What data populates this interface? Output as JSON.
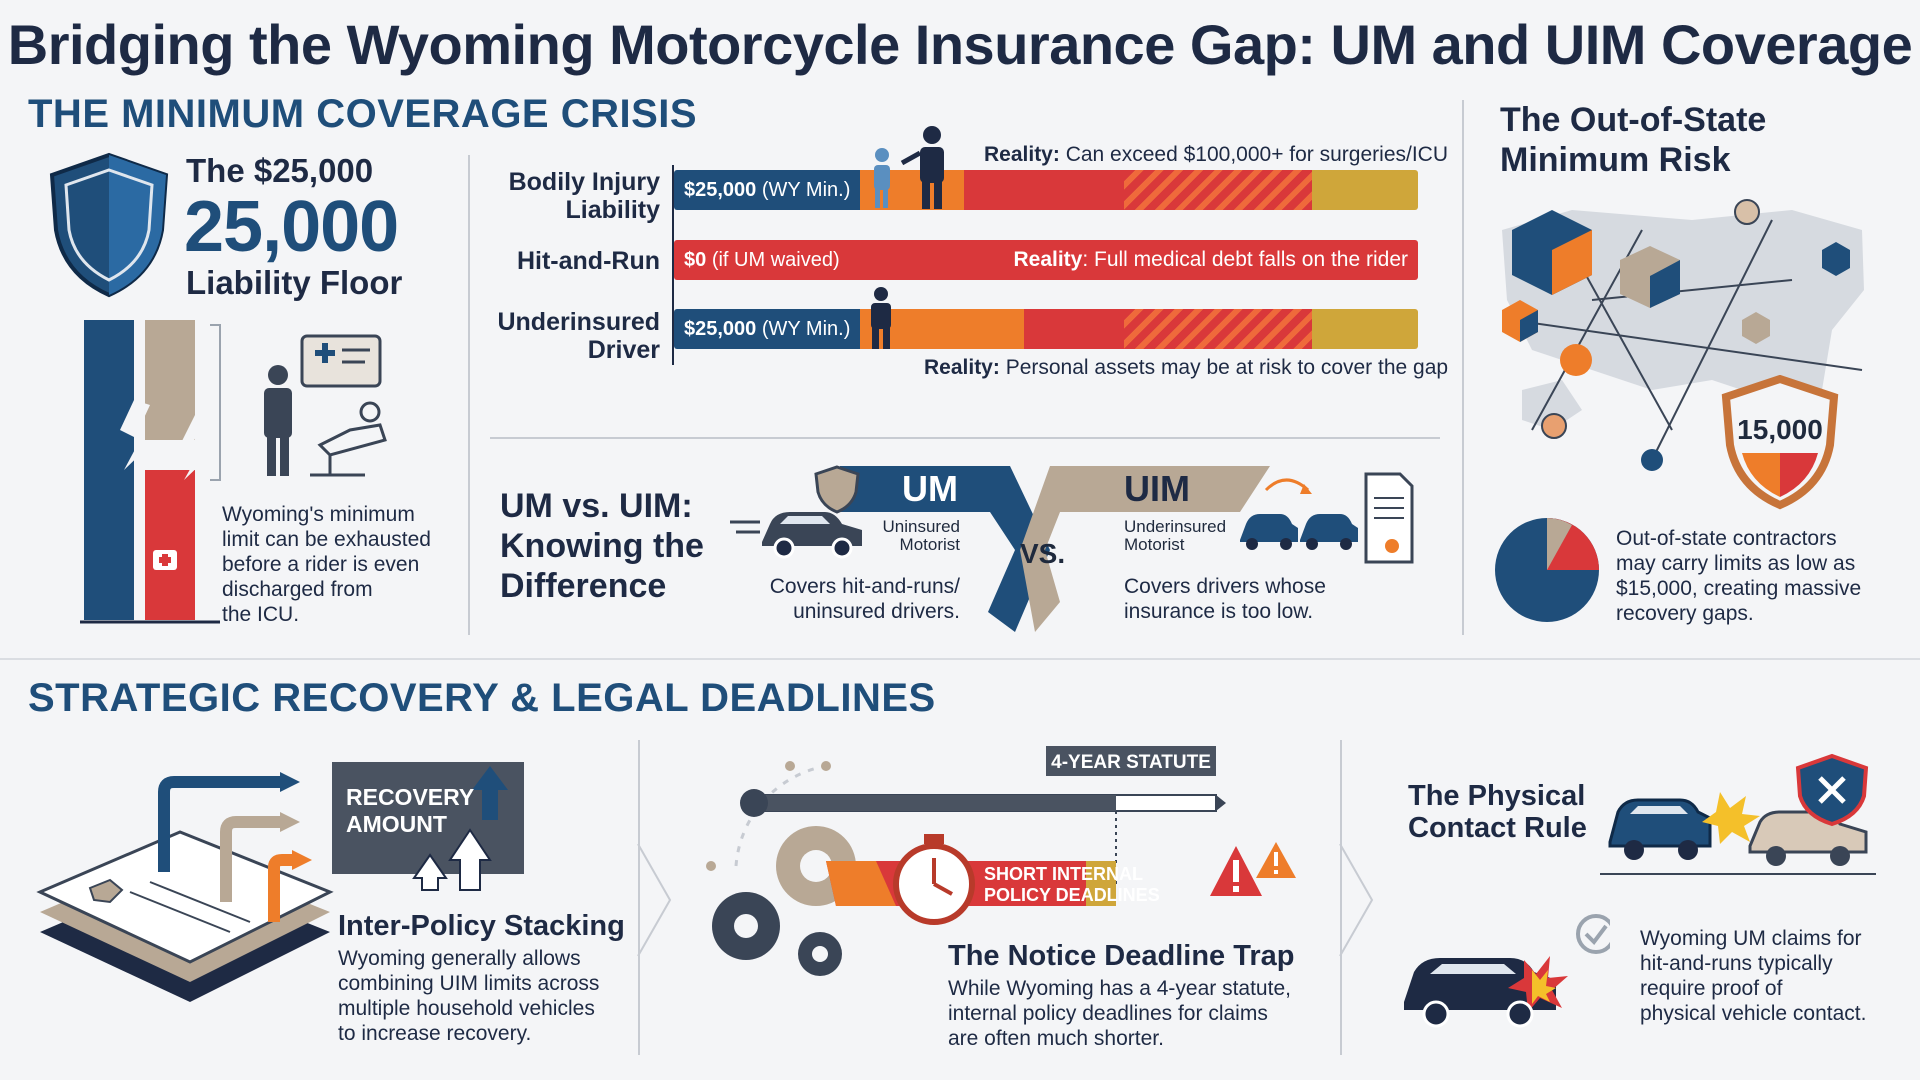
{
  "title": "Bridging the Wyoming Motorcycle Insurance Gap: UM and UIM Coverage",
  "sections": {
    "crisis": "THE MINIMUM COVERAGE CRISIS",
    "recovery": "STRATEGIC RECOVERY & LEGAL DEADLINES"
  },
  "liability_floor": {
    "line1": "The $25,000",
    "big_number": "25,000",
    "line3": "Liability Floor",
    "caption": [
      "Wyoming's minimum",
      "limit can be exhausted",
      "before a rider is even",
      "discharged from",
      "the ICU."
    ]
  },
  "bars": [
    {
      "label1": "Bodily Injury",
      "label2": "Liability",
      "blue_text": "$25,000",
      "blue_sub": "(WY Min.)",
      "reality_bold": "Reality:",
      "reality_text": " Can exceed $100,000+ for surgeries/ICU"
    },
    {
      "label1": "Hit-and-Run",
      "label2": "",
      "blue_text": "$0",
      "blue_sub": "(if UM waived)",
      "reality_bold": "Reality",
      "reality_text": ": Full medical debt falls on the rider"
    },
    {
      "label1": "Underinsured",
      "label2": "Driver",
      "blue_text": "$25,000",
      "blue_sub": "(WY Min.)",
      "reality_bold": "Reality:",
      "reality_text": " Personal assets may be at risk to cover the gap"
    }
  ],
  "um_uim": {
    "heading": [
      "UM vs. UIM:",
      "Knowing the",
      "Difference"
    ],
    "um_label": "UM",
    "um_sub": [
      "Uninsured",
      "Motorist"
    ],
    "um_desc": [
      "Covers hit-and-runs/",
      "uninsured drivers."
    ],
    "vs": "VS.",
    "uim_label": "UIM",
    "uim_sub": [
      "Underinsured",
      "Motorist"
    ],
    "uim_desc": [
      "Covers drivers whose",
      "insurance is too low."
    ]
  },
  "out_of_state": {
    "heading": [
      "The Out-of-State",
      "Minimum Risk"
    ],
    "shield_value": "15,000",
    "caption": [
      "Out-of-state contractors",
      "may carry limits as low as",
      "$15,000, creating massive",
      "recovery gaps."
    ]
  },
  "stacking": {
    "badge": [
      "RECOVERY",
      "AMOUNT"
    ],
    "heading": "Inter-Policy Stacking",
    "text": [
      "Wyoming generally allows",
      "combining UIM limits across",
      "multiple household vehicles",
      "to increase recovery."
    ]
  },
  "deadline": {
    "statute_label": "4-YEAR STATUTE",
    "banner": [
      "SHORT INTERNAL",
      "POLICY DEADLINES"
    ],
    "heading": "The Notice Deadline Trap",
    "text": [
      "While Wyoming has a 4-year statute,",
      "internal policy deadlines for claims",
      "are often much shorter."
    ]
  },
  "contact": {
    "heading": [
      "The Physical",
      "Contact Rule"
    ],
    "text": [
      "Wyoming UM claims for",
      "hit-and-runs typically",
      "require proof of",
      "physical vehicle contact."
    ]
  },
  "colors": {
    "navy": "#1f4e7a",
    "orange": "#ee7d2a",
    "red": "#d9383a",
    "gold": "#cfa63a",
    "tan": "#b8a895"
  }
}
